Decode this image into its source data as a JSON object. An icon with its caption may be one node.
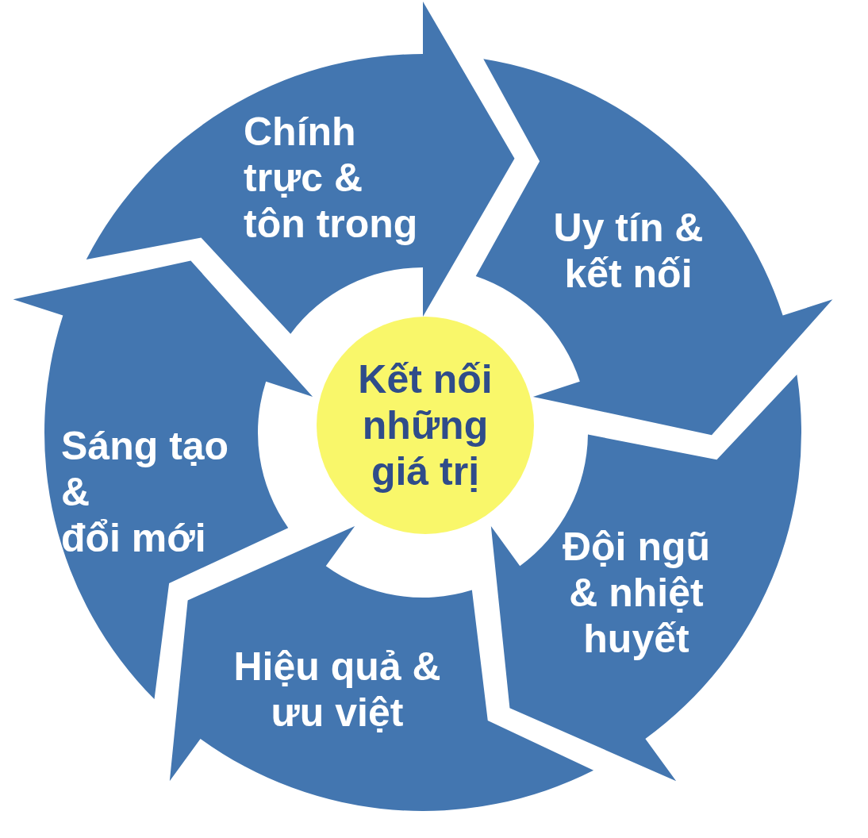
{
  "diagram": {
    "nodes": [
      {
        "text": [
          "Chính trực & tôn trong"
        ]
      },
      {
        "text": [
          "Uy tín & kết nối"
        ]
      },
      {
        "text": [
          "Đội ngũ & nhiệt huyết"
        ]
      },
      {
        "text": [
          "Hiệu quả & ưu việt"
        ]
      },
      {
        "text": [
          "Sáng tạo & đổi mới"
        ]
      },
      {
        "text": [
          "Kết nối những giá trị"
        ]
      }
    ]
  }
}
